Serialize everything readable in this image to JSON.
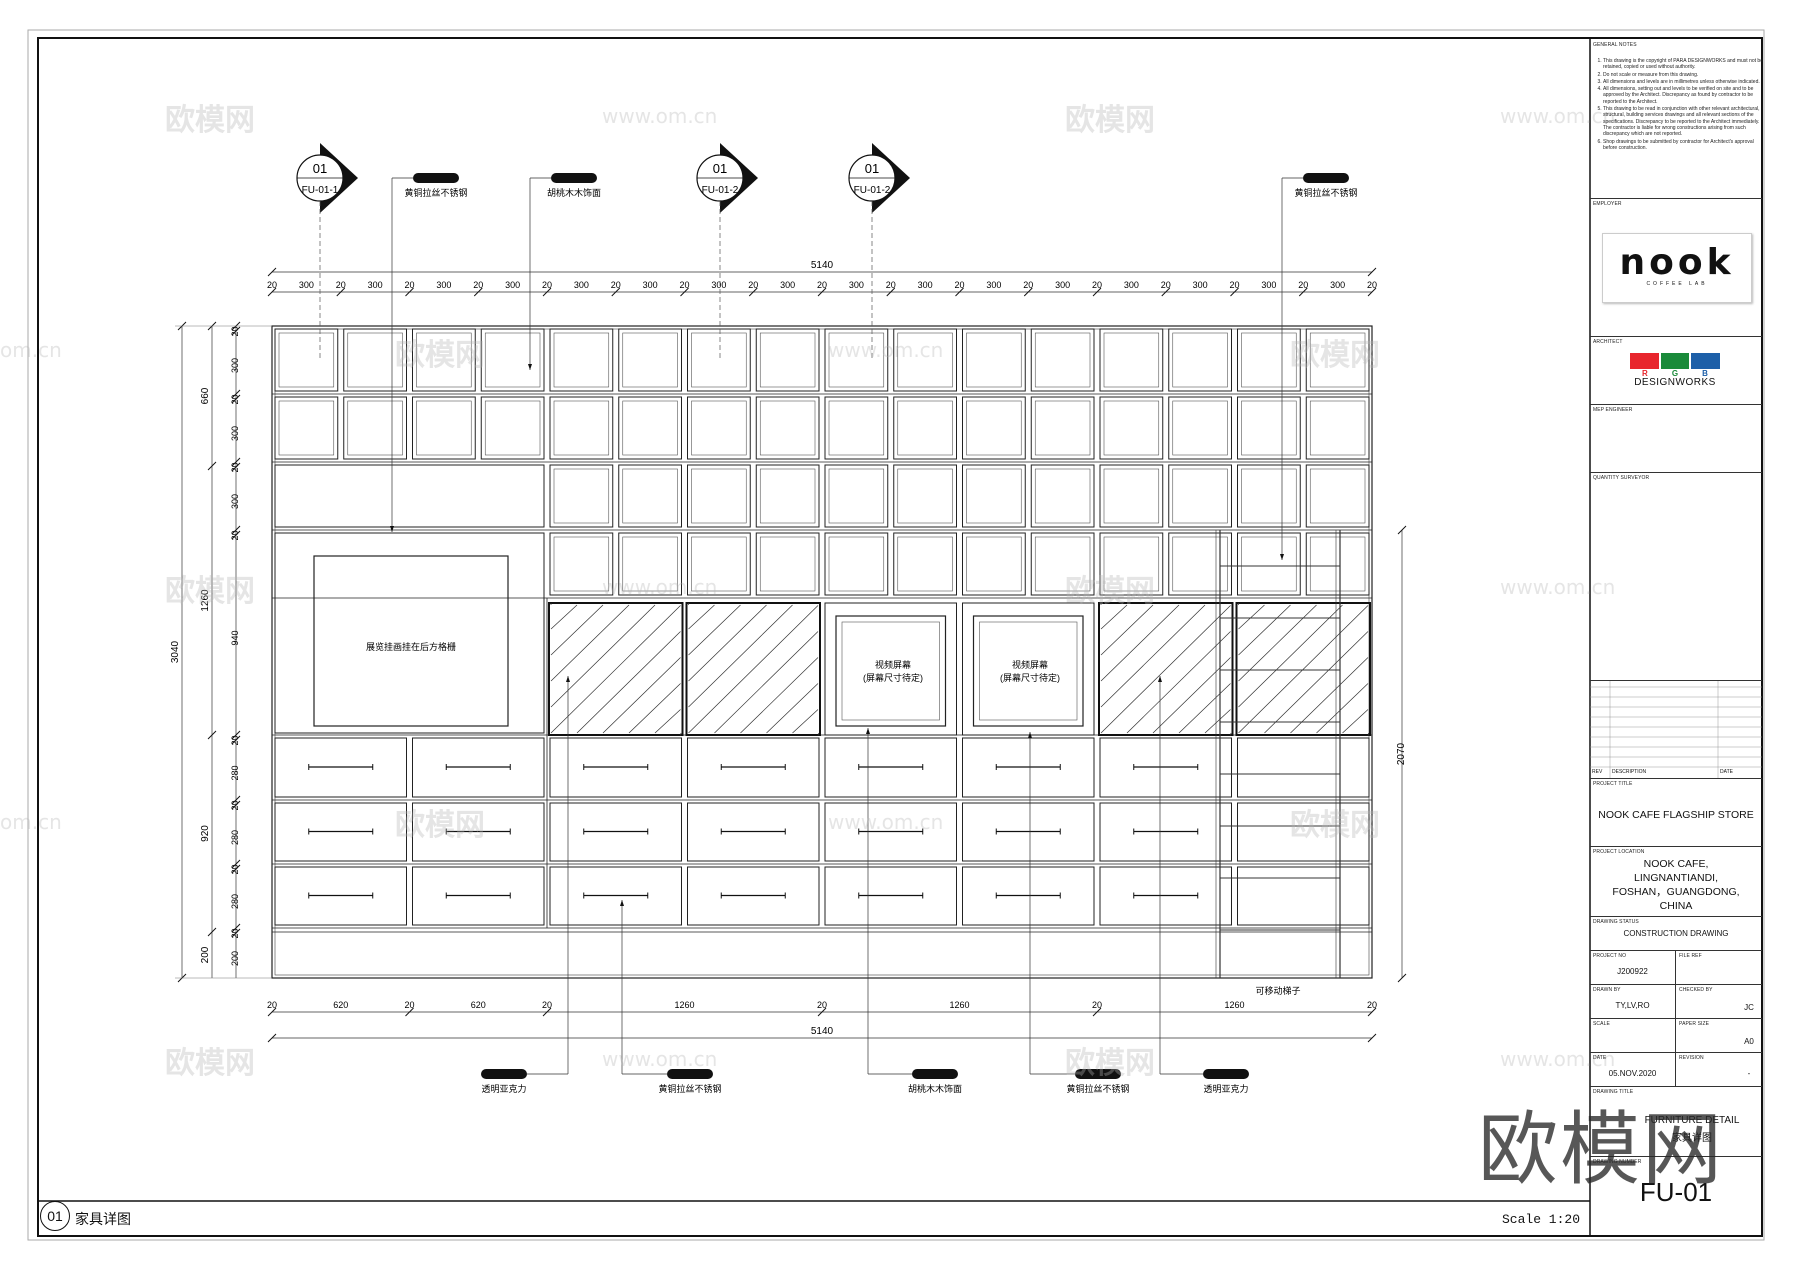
{
  "drawing": {
    "overall_width_top": "5140",
    "overall_width_bottom": "5140",
    "top_dims": [
      "20",
      "300",
      "20",
      "300",
      "20",
      "300",
      "20",
      "300",
      "20",
      "300",
      "20",
      "300",
      "20",
      "300",
      "20",
      "300",
      "20",
      "300",
      "20",
      "300",
      "20",
      "300",
      "20",
      "300",
      "20",
      "300",
      "20",
      "300",
      "20",
      "300",
      "20",
      "300",
      "20"
    ],
    "bottom_dims": [
      "20",
      "620",
      "20",
      "620",
      "20",
      "1260",
      "20",
      "1260",
      "20",
      "1260",
      "20"
    ],
    "left_total": "3040",
    "left_mid": [
      "660",
      "1260",
      "920",
      "200"
    ],
    "left_inner": [
      "20",
      "300",
      "20",
      "300",
      "20",
      "300",
      "20",
      "940",
      "20",
      "280",
      "20",
      "280",
      "20",
      "280",
      "20",
      "200"
    ],
    "right_dim": "2070",
    "section_markers": [
      {
        "num": "01",
        "ref": "FU-01-1"
      },
      {
        "num": "01",
        "ref": "FU-01-2"
      },
      {
        "num": "01",
        "ref": "FU-01-2"
      }
    ],
    "callouts_top": [
      "黄铜拉丝不锈钢",
      "胡桃木木饰面",
      "黄铜拉丝不锈钢"
    ],
    "callouts_bottom": [
      "透明亚克力",
      "黄铜拉丝不锈钢",
      "胡桃木木饰面",
      "黄铜拉丝不锈钢",
      "透明亚克力"
    ],
    "display_panel_label": "展览挂画挂在后方格栅",
    "screen_label_1": "视频屏幕",
    "screen_sub_1": "(屏幕尺寸待定)",
    "screen_label_2": "视频屏幕",
    "screen_sub_2": "(屏幕尺寸待定)",
    "ladder_label": "可移动梯子"
  },
  "footer": {
    "number": "01",
    "title": "家具详图",
    "scale": "Scale 1:20"
  },
  "watermarks": {
    "cn": "欧模网",
    "url": "www.om.cn",
    "url_short": "om.cn",
    "big": "欧模网"
  },
  "titleblock": {
    "general_notes_label": "GENERAL NOTES",
    "notes": [
      "This drawing is the copyright of PARA DESIGNWORKS and must not be retained, copied or used without authority.",
      "Do not scale or measure from this drawing.",
      "All dimensions and levels are in millimetres unless otherwise indicated.",
      "All dimensions, setting out and levels to be verified on site and to be approved by the Architect. Discrepancy as found by contractor to be reported to the Architect.",
      "This drawing to be read in conjunction with other relevant architectural, structural, building services drawings and all relevant sections of the specifications. Discrepancy to be reported to the Architect immediately. The contractor is liable for wrong constructions arising from such discrepancy which are not reported.",
      "Shop drawings to be submitted by contractor for Architect's approval before construction."
    ],
    "employer_label": "EMPLOYER",
    "employer_logo": "nook",
    "employer_logo_sub": "COFFEE LAB",
    "architect_label": "ARCHITECT",
    "architect_letters": [
      "R",
      "G",
      "B"
    ],
    "architect_name": "DESIGNWORKS",
    "architect_colors": [
      "#e8262d",
      "#1a8a3a",
      "#1d5fa8"
    ],
    "mep_label": "MEP ENGINEER",
    "qs_label": "QUANTITY SURVEYOR",
    "rev_label": "REV",
    "desc_label": "DESCRIPTION",
    "date_label": "DATE",
    "project_title_label": "PROJECT TITLE",
    "project_title": "NOOK CAFE FLAGSHIP STORE",
    "project_location_label": "PROJECT LOCATION",
    "project_location": [
      "NOOK CAFE,",
      "LINGNANTIANDI,",
      "FOSHAN，GUANGDONG,",
      "CHINA"
    ],
    "drawing_status_label": "DRAWING STATUS",
    "drawing_status": "CONSTRUCTION DRAWING",
    "project_no_label": "PROJECT NO",
    "project_no": "J200922",
    "file_ref_label": "FILE REF",
    "drawn_by_label": "DRAWN BY",
    "drawn_by": "TY,LV,RO",
    "checked_by_label": "CHECKED BY",
    "checked_by": "JC",
    "scale_label": "SCALE",
    "paper_size_label": "PAPER SIZE",
    "paper_size": "A0",
    "date_field_label": "DATE",
    "date": "05.NOV.2020",
    "revision_label": "REVISION",
    "revision": "-",
    "drawing_title_label": "DRAWING TITLE",
    "drawing_title": "FURNITURE DETAIL",
    "drawing_title_cn": "家具详图",
    "drawing_number_label": "DRAWING NUMBER",
    "drawing_number": "FU-01"
  }
}
